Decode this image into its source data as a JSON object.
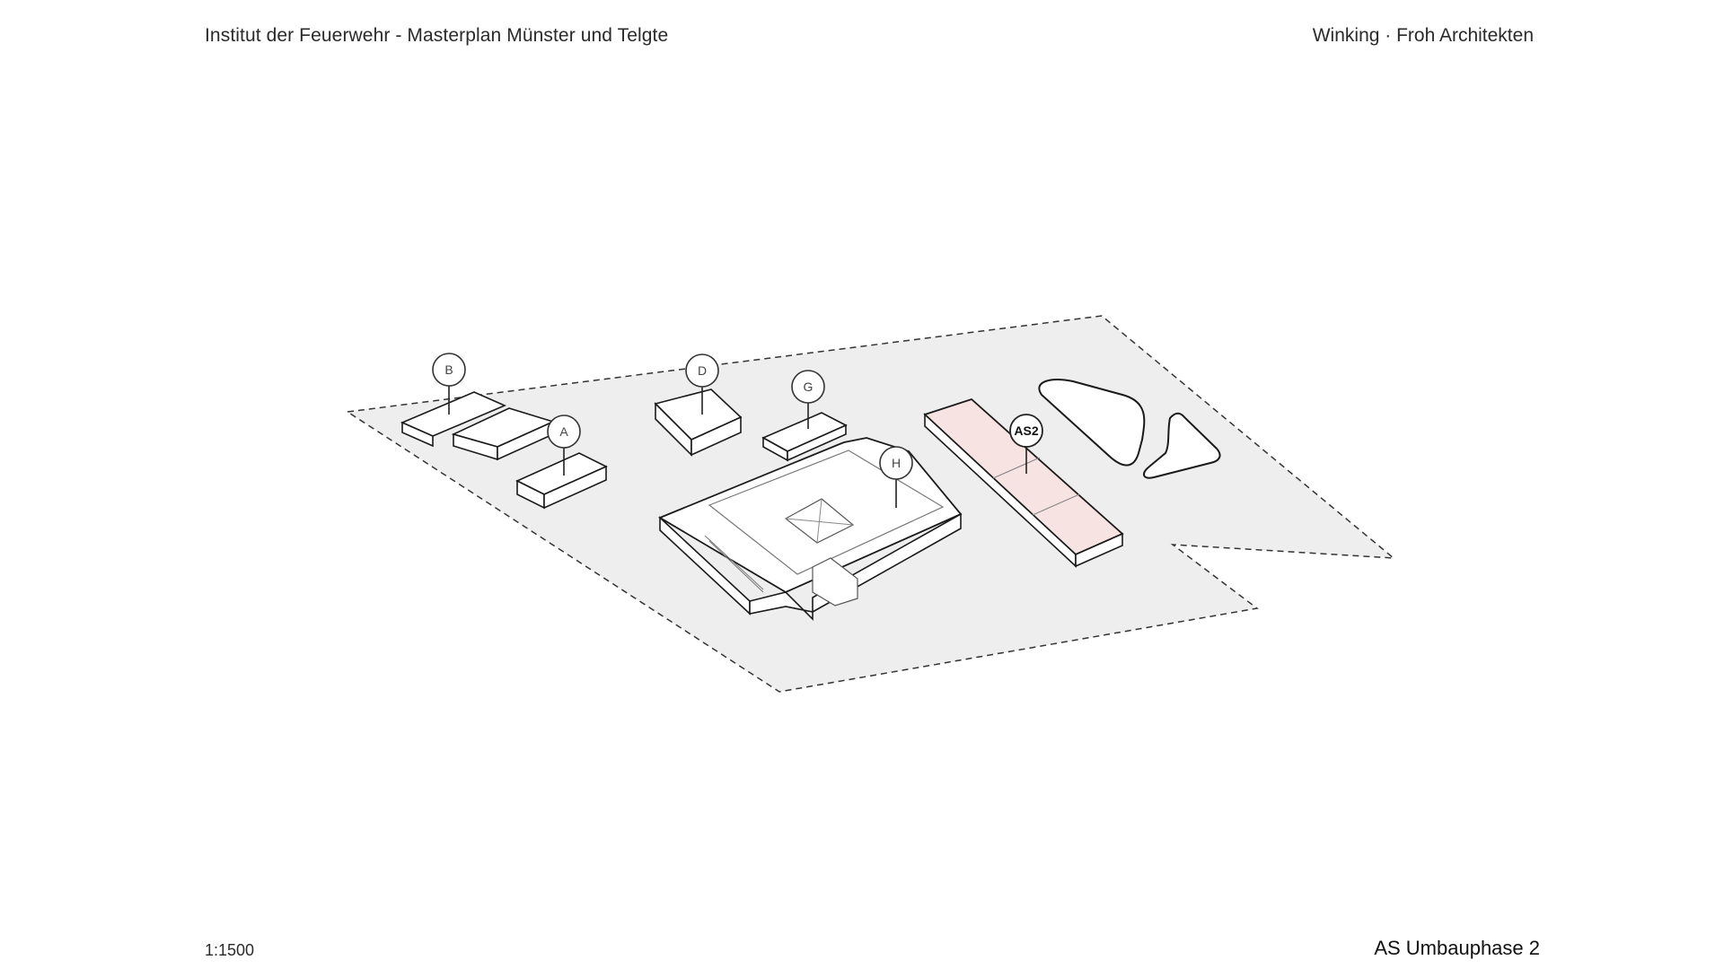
{
  "header": {
    "project_title": "Institut der Feuerwehr - Masterplan Münster und Telgte",
    "architects": "Winking · Froh  Architekten"
  },
  "footer": {
    "scale": "1:1500",
    "phase_title": "AS Umbauphase 2"
  },
  "buildings": [
    {
      "id": "A",
      "label": "A"
    },
    {
      "id": "B",
      "label": "B"
    },
    {
      "id": "D",
      "label": "D"
    },
    {
      "id": "G",
      "label": "G"
    },
    {
      "id": "H",
      "label": "H"
    },
    {
      "id": "AS2",
      "label": "AS2",
      "highlighted": true
    }
  ],
  "colors": {
    "site_fill": "#eeeeee",
    "highlight_fill": "#f8e3e3",
    "building_fill": "#ffffff",
    "line": "#1a1a1a"
  }
}
